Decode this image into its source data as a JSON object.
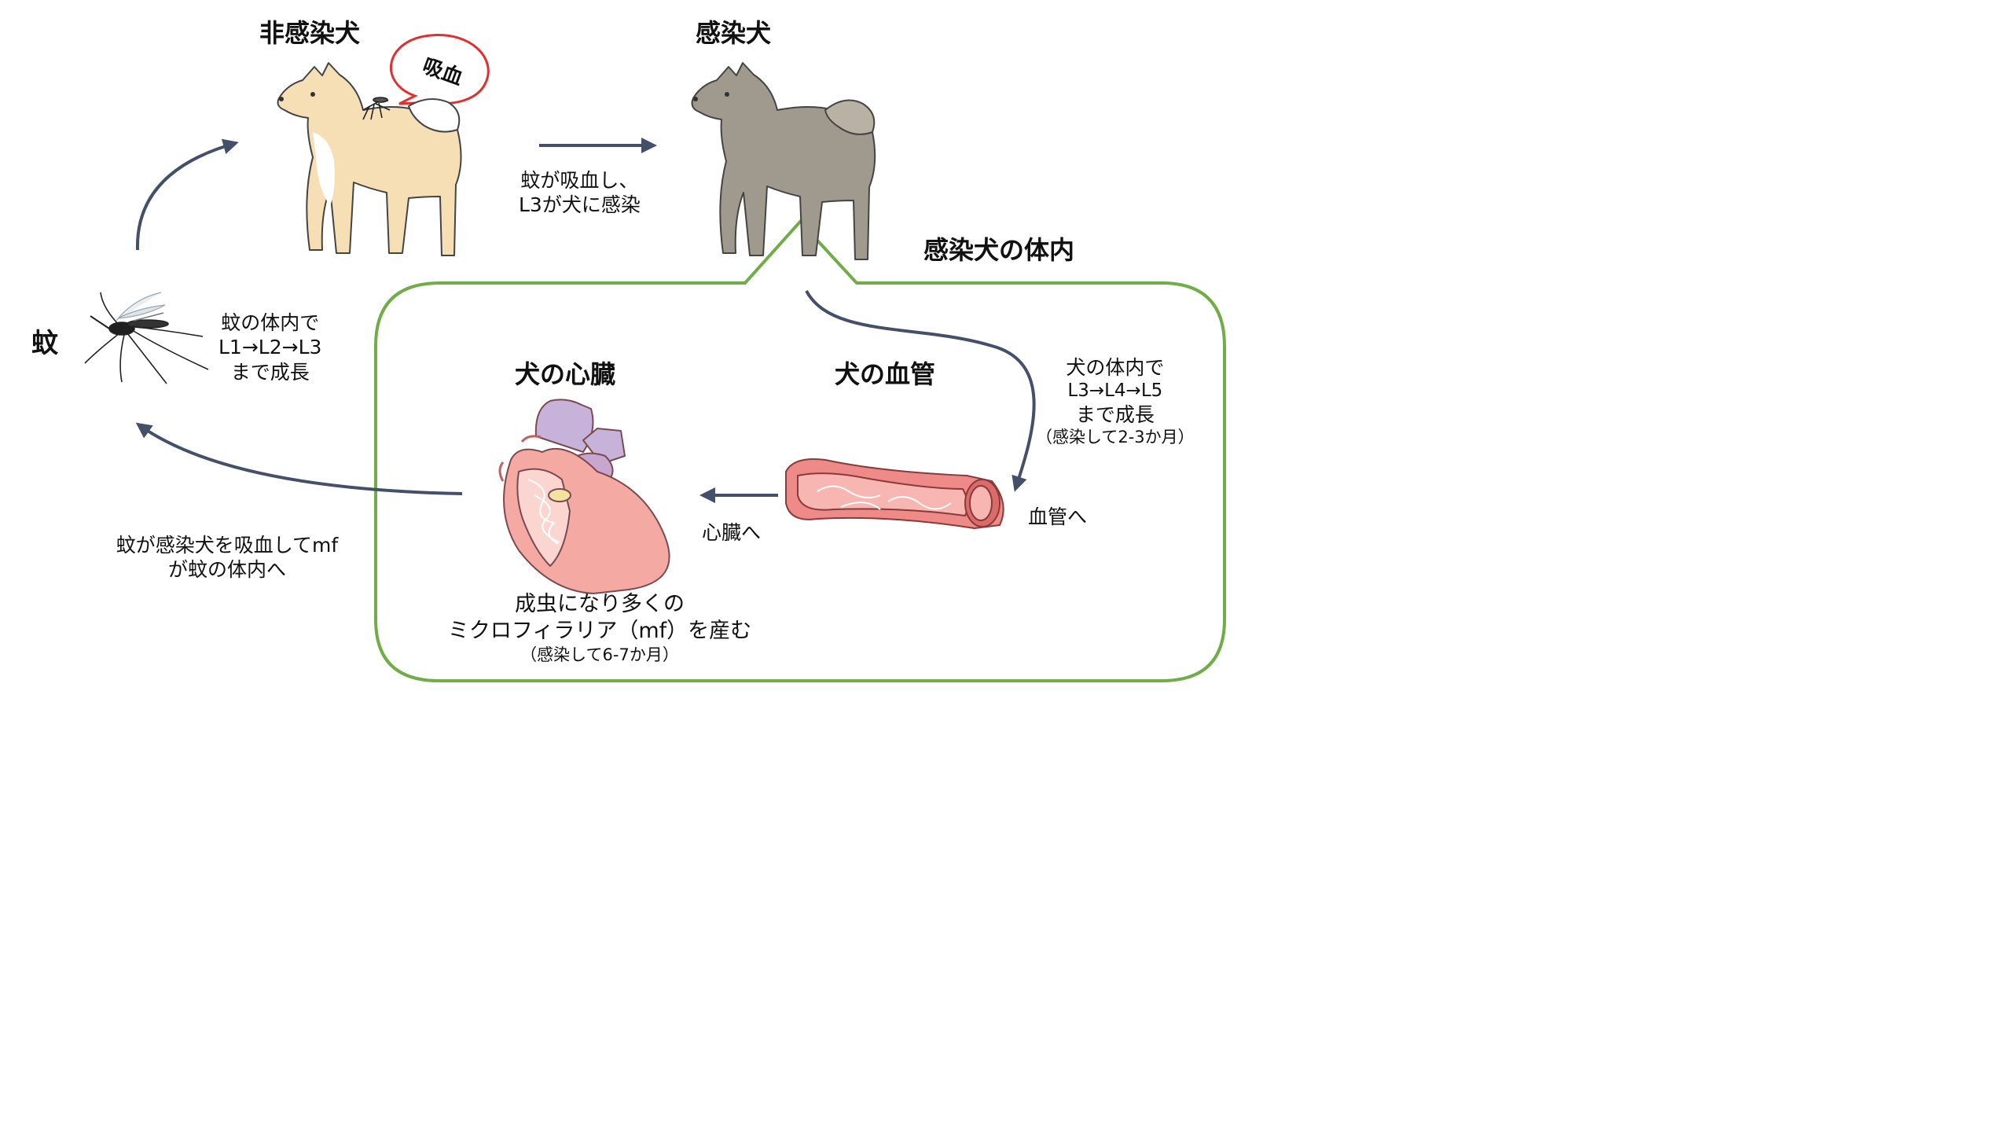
{
  "titles": {
    "uninfected_dog": "非感染犬",
    "infected_dog": "感染犬",
    "inside_infected_dog": "感染犬の体内",
    "mosquito": "蚊",
    "dog_heart": "犬の心臓",
    "dog_blood_vessel": "犬の血管"
  },
  "bubble": {
    "text": "吸血"
  },
  "steps": {
    "mosquito_bites": {
      "line1": "蚊が吸血し、",
      "line2": "L3が犬に感染"
    },
    "in_mosquito": {
      "line1": "蚊の体内で",
      "line2": "L1→L2→L3",
      "line3": "まで成長"
    },
    "in_dog": {
      "line1": "犬の体内で",
      "line2": "L3→L4→L5",
      "line3": "まで成長",
      "line4": "（感染して2-3か月）"
    },
    "to_vessel": "血管へ",
    "to_heart": "心臓へ",
    "adult": {
      "line1": "成虫になり多くの",
      "line2": "ミクロフィラリア（mf）を産む",
      "line3": "（感染して6-7か月）"
    },
    "back_to_mosquito": {
      "line1": "蚊が感染犬を吸血してmf",
      "line2": "が蚊の体内へ"
    }
  },
  "colors": {
    "arrow": "#44506a",
    "frame": "#70ad47",
    "bubble_border": "#e03030",
    "uninfected_dog_fill": "#f7dfb5",
    "infected_dog_fill": "#a09a8e",
    "vessel": "#ee8a88",
    "heart": "#f4a9a3"
  },
  "icons": [
    "uninfected-dog-icon",
    "infected-dog-icon",
    "mosquito-icon",
    "heart-icon",
    "blood-vessel-icon"
  ]
}
